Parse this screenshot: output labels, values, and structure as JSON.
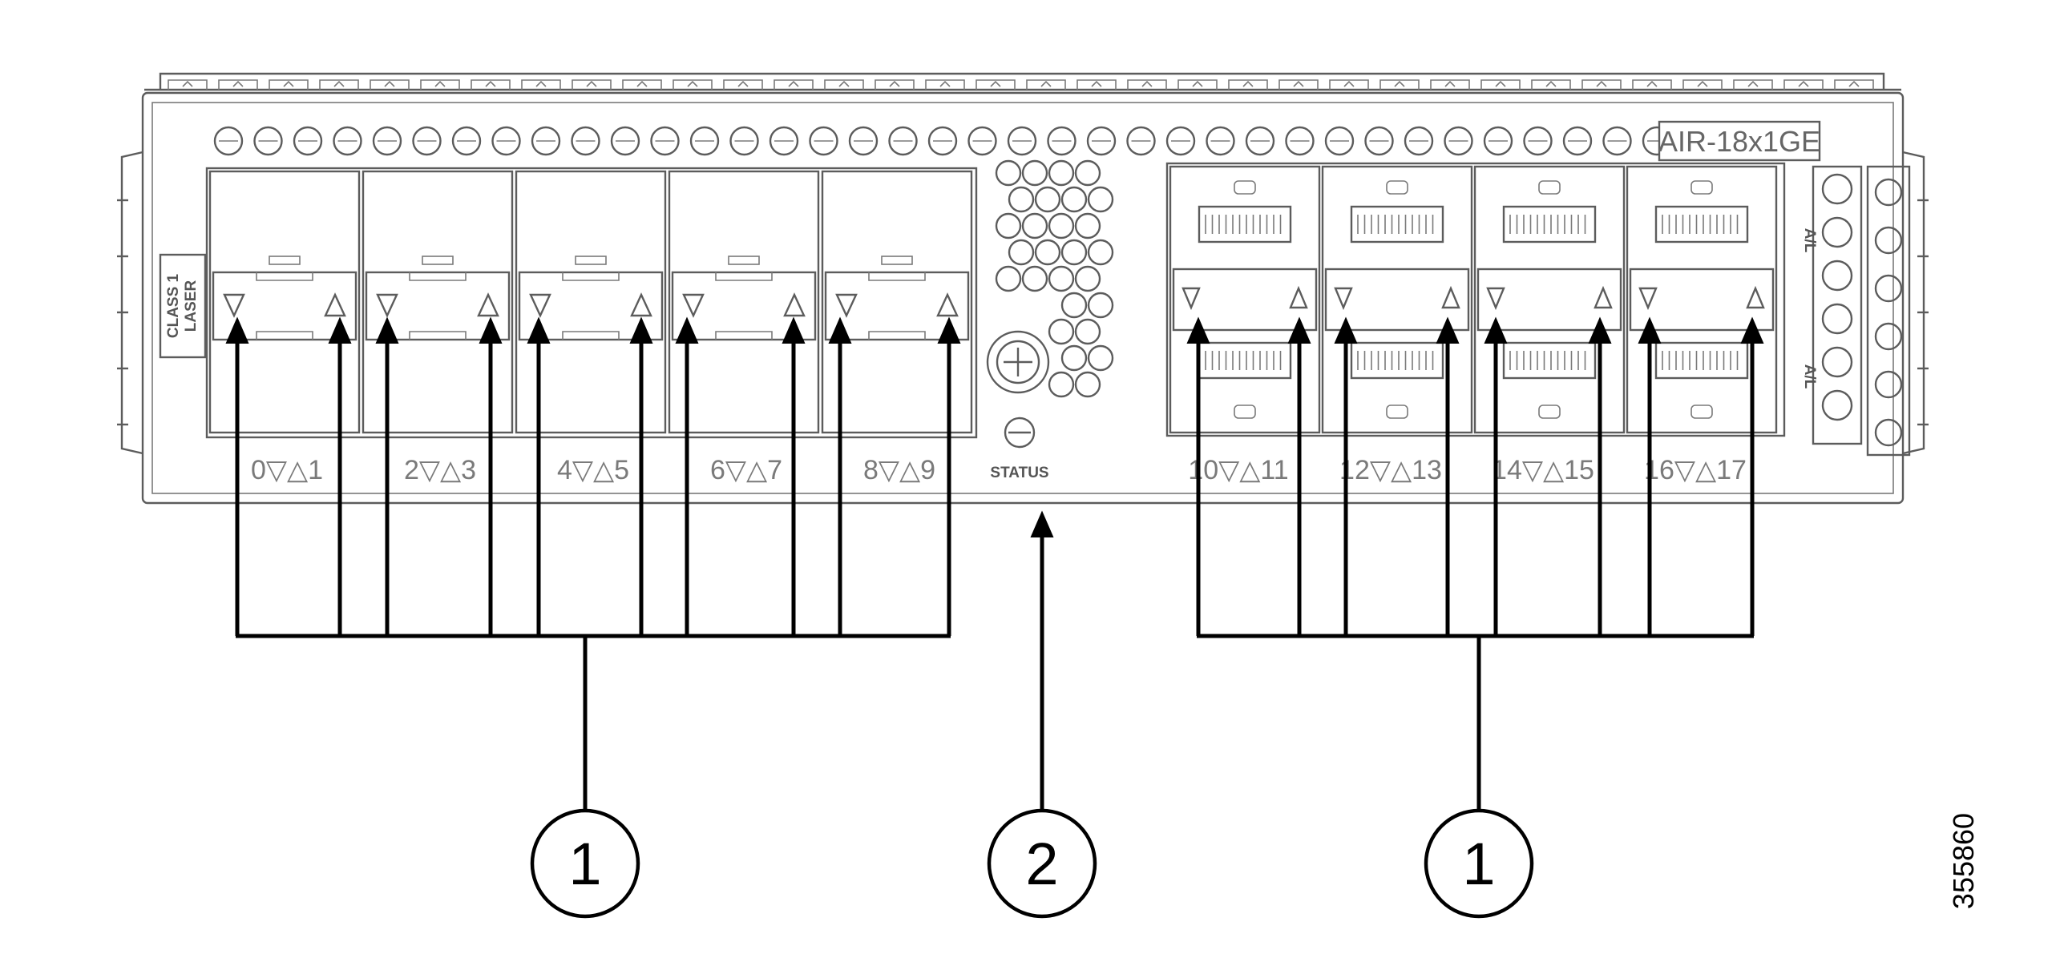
{
  "module": {
    "model_label": "AIR-18x1GE",
    "laser_label_line1": "CLASS 1",
    "laser_label_line2": "LASER",
    "status_label": "STATUS",
    "side_led_label": "A/L",
    "left_port_pairs": [
      "0▽△1",
      "2▽△3",
      "4▽△5",
      "6▽△7",
      "8▽△9"
    ],
    "right_port_pairs": [
      "10▽△11",
      "12▽△13",
      "14▽△15",
      "16▽△17"
    ]
  },
  "callouts": [
    {
      "id": "callout-left",
      "number": "1"
    },
    {
      "id": "callout-center",
      "number": "2"
    },
    {
      "id": "callout-right",
      "number": "1"
    }
  ],
  "figure_id": "355860"
}
